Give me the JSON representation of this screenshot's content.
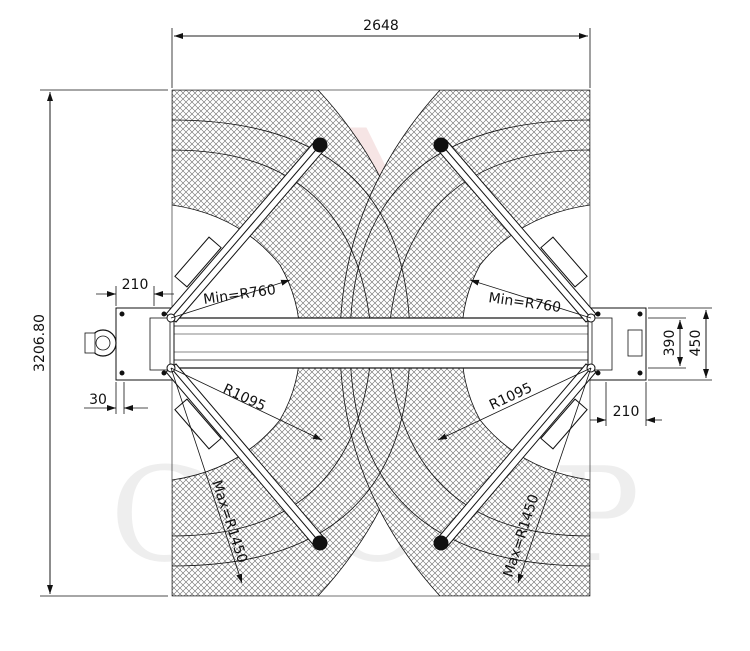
{
  "dimensions": {
    "overall_width": "2648",
    "overall_length": "3206.80",
    "post_offset_left": "210",
    "post_offset_right": "210",
    "post_inset": "30",
    "base_inner": "390",
    "base_outer": "450"
  },
  "radii": {
    "min_left": "Min=R760",
    "min_right": "Min=R760",
    "mid_left": "R1095",
    "mid_right": "R1095",
    "max_left": "Max=R1450",
    "max_right": "Max=R1450"
  },
  "watermark": {
    "top": "TM",
    "bottom": "GROUP"
  },
  "colors": {
    "line": "#111111",
    "hatch": "#555555",
    "watermark_top": "#e8b7b7",
    "watermark_bottom": "#cfcfcf"
  }
}
